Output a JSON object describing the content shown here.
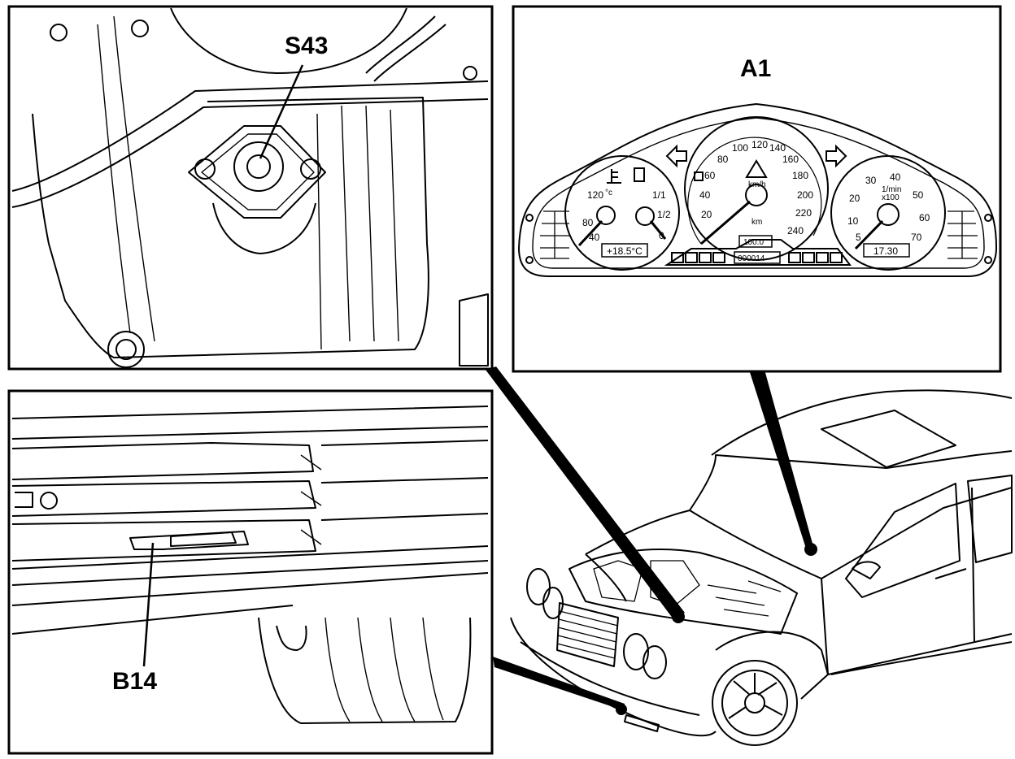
{
  "labels": {
    "engine_oil_sensor": "S43",
    "instrument_cluster": "A1",
    "outside_temp_sensor": "B14"
  },
  "cluster": {
    "speed_ticks": [
      "20",
      "40",
      "60",
      "80",
      "100",
      "120",
      "140",
      "160",
      "180",
      "200",
      "220",
      "240"
    ],
    "speed_unit": "km/h",
    "tacho_ticks": [
      "5",
      "10",
      "20",
      "30",
      "40",
      "50",
      "60",
      "70"
    ],
    "tacho_unit_top": "1/min",
    "tacho_unit_bottom": "x100",
    "temp_ticks": [
      "120",
      "80",
      "40"
    ],
    "temp_unit": "°c",
    "fuel_ticks": [
      "1/1",
      "1/2",
      "0"
    ],
    "outside_temp_readout": "+18.5°C",
    "clock_readout": "17.30",
    "trip_readout": "100.0",
    "odometer_readout": "000014",
    "odo_unit": "km"
  }
}
